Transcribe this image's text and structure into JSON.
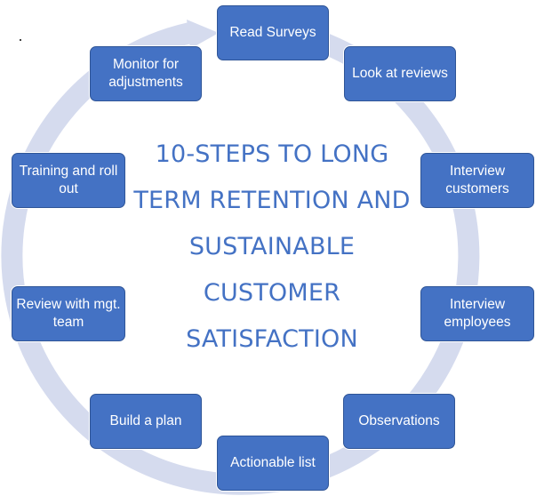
{
  "title": "10-STEPS TO LONG TERM RETENTION AND SUSTAINABLE CUSTOMER SATISFACTION",
  "colors": {
    "box_fill": "#4472c4",
    "box_border": "#2f5597",
    "ring": "#d5dbee",
    "title_text": "#4472c4"
  },
  "steps": [
    {
      "label": "Read Surveys"
    },
    {
      "label": "Look at reviews"
    },
    {
      "label": "Interview customers"
    },
    {
      "label": "Interview employees"
    },
    {
      "label": "Observations"
    },
    {
      "label": "Actionable list"
    },
    {
      "label": "Build a plan"
    },
    {
      "label": "Review with mgt. team"
    },
    {
      "label": "Training and roll out"
    },
    {
      "label": "Monitor for adjustments"
    }
  ]
}
